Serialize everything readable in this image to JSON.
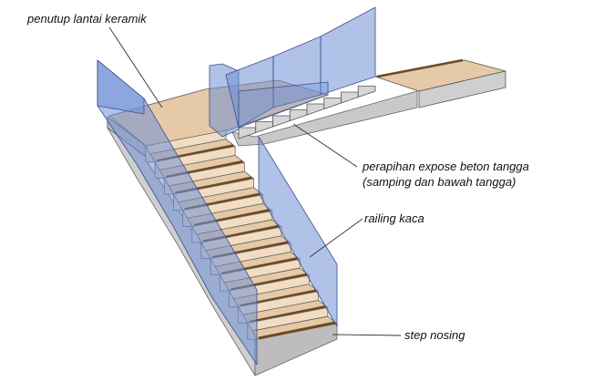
{
  "labels": {
    "floor_finish": "penutup lantai keramik",
    "concrete_finish_line1": "perapihan expose beton tangga",
    "concrete_finish_line2": "(samping dan bawah tangga)",
    "glass_railing": "railing kaca",
    "step_nosing": "step nosing"
  },
  "colors": {
    "glass": "#6f8fd6",
    "tile": "#e6c9a6",
    "riser": "#f3ddc2",
    "nosing": "#6b4a26",
    "concrete": "#cfcfcf",
    "leader": "#333333"
  },
  "structure": {
    "lower_flight_steps": 12,
    "upper_flight_steps": 8
  }
}
